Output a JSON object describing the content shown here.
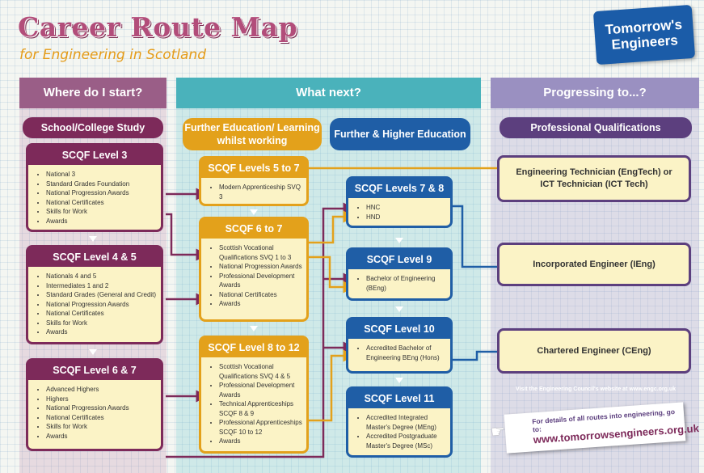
{
  "title": "Career Route Map",
  "subtitle": "for Engineering in Scotland",
  "logo": "Tomorrow's Engineers",
  "columns": {
    "start": "Where do I start?",
    "next": "What next?",
    "progress": "Progressing to...?"
  },
  "pills": {
    "school": "School/College Study",
    "further": "Further Education/ Learning whilst working",
    "higher": "Further & Higher Education",
    "professional": "Professional Qualifications"
  },
  "school_boxes": [
    {
      "title": "SCQF Level 3",
      "items": [
        "National 3",
        "Standard Grades Foundation",
        "National Progression Awards",
        "National Certificates",
        "Skills for Work",
        "Awards"
      ]
    },
    {
      "title": "SCQF Level 4 & 5",
      "items": [
        "Nationals 4 and 5",
        "Intermediates 1 and 2",
        "Standard Grades (General and Credit)",
        "National Progression Awards",
        "National Certificates",
        "Skills for Work",
        "Awards"
      ]
    },
    {
      "title": "SCQF Level 6 & 7",
      "items": [
        "Advanced Highers",
        "Highers",
        "National Progression Awards",
        "National Certificates",
        "Skills for Work",
        "Awards"
      ]
    }
  ],
  "further_boxes": [
    {
      "title": "SCQF Levels 5 to 7",
      "items": [
        "Modern Apprenticeship SVQ 3"
      ]
    },
    {
      "title": "SCQF 6 to 7",
      "items": [
        "Scottish Vocational Qualifications SVQ 1 to 3",
        "National Progression Awards",
        "Professional Development Awards",
        "National Certificates",
        "Awards"
      ]
    },
    {
      "title": "SCQF Level 8 to 12",
      "items": [
        "Scottish Vocational Qualifications SVQ 4 & 5",
        "Professional Development Awards",
        "Technical Apprenticeships SCQF 8 & 9",
        "Professional Apprenticeships SCQF 10 to 12",
        "Awards"
      ]
    }
  ],
  "higher_boxes": [
    {
      "title": "SCQF Levels 7 & 8",
      "items": [
        "HNC",
        "HND"
      ]
    },
    {
      "title": "SCQF Level 9",
      "items": [
        "Bachelor of Engineering (BEng)"
      ]
    },
    {
      "title": "SCQF Level 10",
      "items": [
        "Accredited Bachelor of Engineering BEng (Hons)"
      ]
    },
    {
      "title": "SCQF Level 11",
      "items": [
        "Accredited Integrated Master's Degree (MEng)",
        "Accredited Postgraduate Master's Degree (MSc)"
      ]
    }
  ],
  "professional": [
    "Engineering Technician (EngTech) or ICT Technician (ICT Tech)",
    "Incorporated Engineer (IEng)",
    "Chartered Engineer (CEng)"
  ],
  "engc_note": "Visit the Engineering Council's website at www.engc.org.uk",
  "routes_text": "For details of all routes into engineering, go to:",
  "routes_url": "www.tomorrowsengineers.org.uk",
  "colors": {
    "purple": "#7d2a5a",
    "orange": "#e3a11b",
    "blue": "#1f5ea6",
    "lavender": "#5c3f7e"
  }
}
